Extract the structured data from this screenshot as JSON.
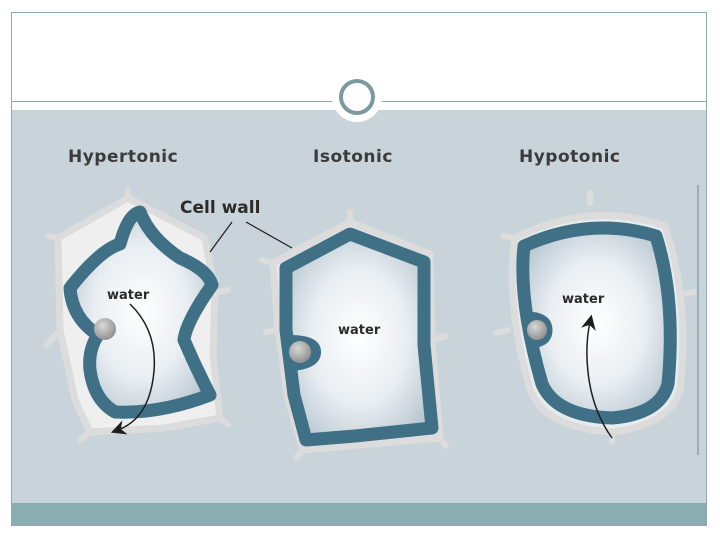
{
  "conditions": {
    "hypertonic": "Hypertonic",
    "isotonic": "Isotonic",
    "hypotonic": "Hypotonic"
  },
  "labels": {
    "cell_wall": "Cell wall",
    "water_hyper": "water",
    "water_iso": "water",
    "water_hypo": "water"
  },
  "colors": {
    "background": "#c9d3da",
    "membrane": "#3f7086",
    "cytoplasm_center": "#ffffff",
    "cell_wall": "#e2e4e4",
    "footer": "#8aadb1",
    "rule": "#8fa9ad"
  }
}
